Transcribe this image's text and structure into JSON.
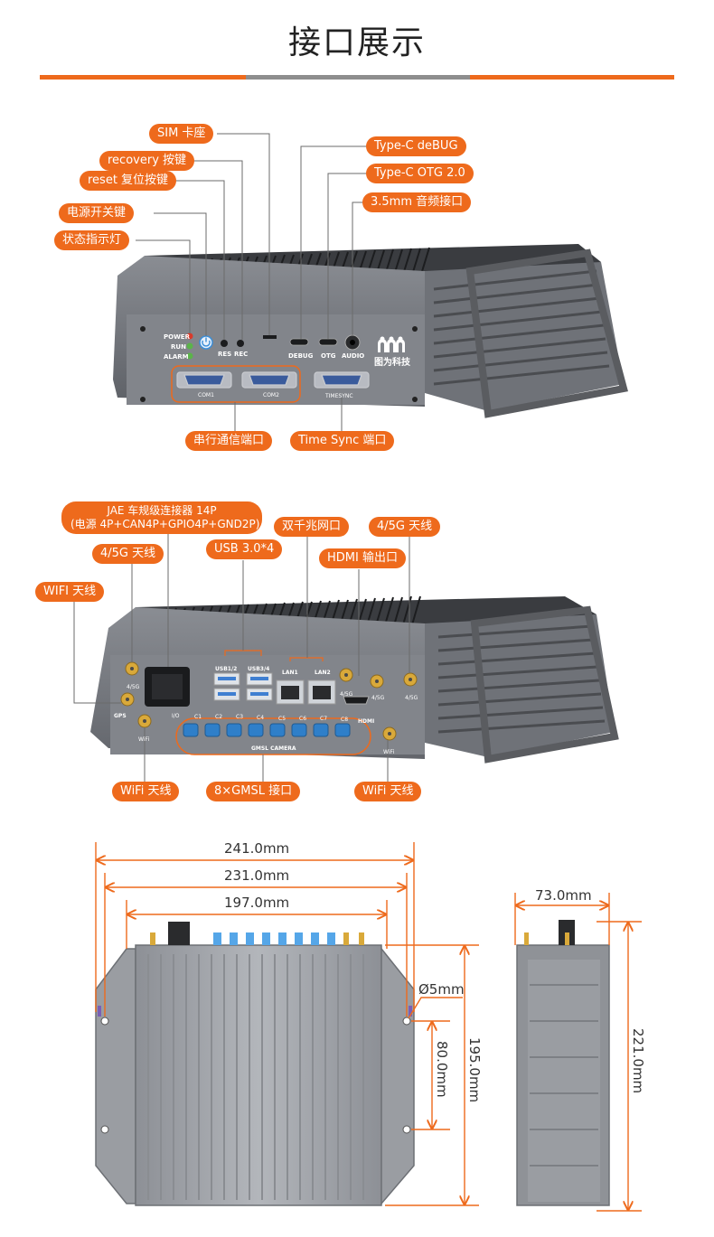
{
  "header": {
    "title": "接口展示"
  },
  "front": {
    "labels": {
      "sim": "SIM 卡座",
      "recovery": "recovery 按键",
      "reset": "reset 复位按键",
      "power": "电源开关键",
      "status": "状态指示灯",
      "debug": "Type-C deBUG",
      "otg": "Type-C OTG 2.0",
      "audio": "3.5mm 音频接口",
      "serial": "串行通信端口",
      "timesync": "Time Sync 端口"
    },
    "silk": {
      "power": "POWER",
      "run": "RUN",
      "alarm": "ALARM",
      "res": "RES",
      "rec": "REC",
      "debug": "DEBUG",
      "otg": "OTG",
      "audio": "AUDIO",
      "com1": "COM1",
      "com2": "COM2",
      "timesync": "TIMESYNC",
      "brand": "图为科技"
    }
  },
  "rear": {
    "labels": {
      "jae_line1": "JAE 车规级连接器 14P",
      "jae_line2": "(电源 4P+CAN4P+GPIO4P+GND2P)",
      "lan": "双千兆网口",
      "ant_4g_left": "4/5G 天线",
      "ant_4g_right": "4/5G 天线",
      "usb": "USB 3.0*4",
      "hdmi": "HDMI 输出口",
      "wifi_top": "WIFI 天线",
      "wifi_left": "WiFi 天线",
      "gmsl": "8×GMSL 接口",
      "wifi_right": "WiFi 天线"
    },
    "silk": {
      "usb12": "USB1/2",
      "usb34": "USB3/4",
      "lan1": "LAN1",
      "lan2": "LAN2",
      "g4l": "4/5G",
      "g4a": "4/5G",
      "g4b": "4/5G",
      "g4c": "4/5G",
      "gps": "GPS",
      "wifi1": "WiFi",
      "wifi2": "WiFi",
      "io": "I/O",
      "c1": "C1",
      "c2": "C2",
      "c3": "C3",
      "c4": "C4",
      "c5": "C5",
      "c6": "C6",
      "c7": "C7",
      "c8": "C8",
      "hdmi": "HDMI",
      "gmsl": "GMSL CAMERA"
    }
  },
  "dims": {
    "w241": "241.0mm",
    "w231": "231.0mm",
    "w197": "197.0mm",
    "hole": "Ø5mm",
    "h80": "80.0mm",
    "h195": "195.0mm",
    "d73": "73.0mm",
    "h221": "221.0mm"
  },
  "colors": {
    "accent": "#ee6a1c",
    "chassis": "#7d8086",
    "fin": "#2e3033"
  }
}
